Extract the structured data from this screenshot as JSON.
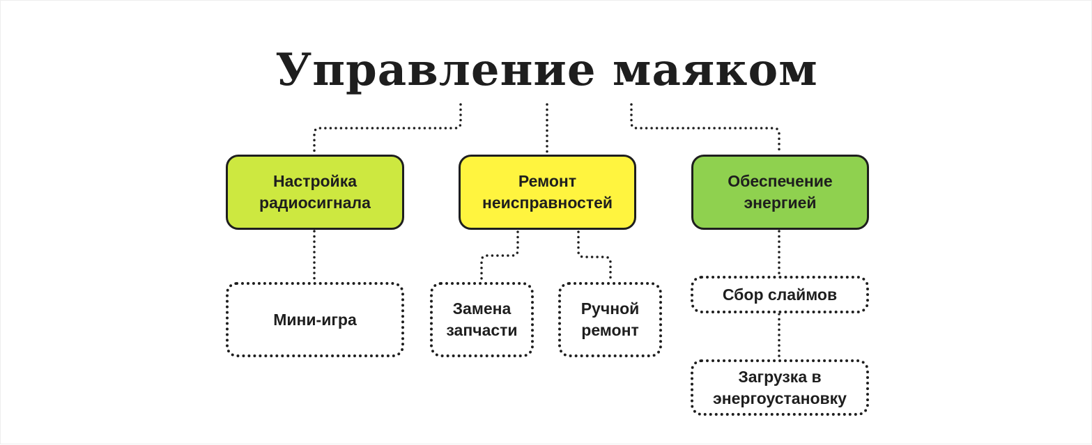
{
  "title": "Управление маяком",
  "colors": {
    "radio": "#cde840",
    "repair": "#fff43f",
    "energy": "#8fd14f",
    "line": "#1e1e1e"
  },
  "branches": [
    {
      "label": "Настройка радиосигнала",
      "children": [
        "Мини-игра"
      ]
    },
    {
      "label": "Ремонт неисправностей",
      "children": [
        "Замена запчасти",
        "Ручной ремонт"
      ]
    },
    {
      "label": "Обеспечение энергией",
      "children": [
        "Сбор слаймов",
        "Загрузка в энергоустановку"
      ]
    }
  ]
}
